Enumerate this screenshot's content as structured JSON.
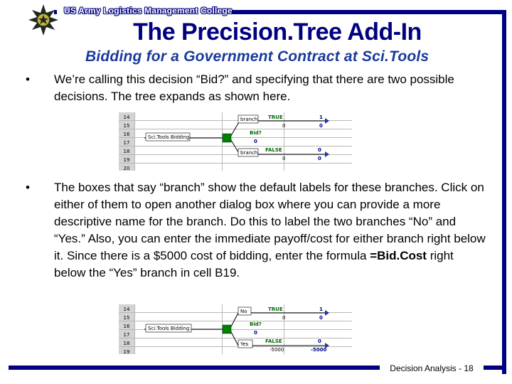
{
  "header": {
    "college": "US Army Logistics Management College",
    "title": "The Precision.Tree Add-In",
    "subtitle": "Bidding for a Government Contract at Sci.Tools"
  },
  "bullets": [
    {
      "marker": "•",
      "text": "We’re calling this decision “Bid?” and specifying that there are two possible decisions. The tree expands as shown here."
    },
    {
      "marker": "•",
      "text_before": "The boxes that say “branch” show the default labels for these branches. Click on either of them to open another dialog box where you can provide a more descriptive name for the branch. Do this to label the two branches “No” and “Yes.” Also, you can enter the immediate payoff/cost for either branch right below it. Since there is a $5000 cost of bidding, enter the formula ",
      "text_bold": "=Bid.Cost",
      "text_after": " right below the “Yes” branch in cell B19."
    }
  ],
  "tree1": {
    "rows": [
      "14",
      "15",
      "16",
      "17",
      "18",
      "19",
      "20"
    ],
    "root_label": "Sci.Tools Bidding",
    "decision_label": "Bid?",
    "decision_value": "0",
    "branch_top": {
      "label": "branch",
      "flag": "TRUE",
      "value_left": "0",
      "prob": "1",
      "value_right": "0"
    },
    "branch_bottom": {
      "label": "branch",
      "flag": "FALSE",
      "value_left": "0",
      "prob": "0",
      "value_right": "0"
    }
  },
  "tree2": {
    "rows": [
      "14",
      "15",
      "16",
      "17",
      "18",
      "19"
    ],
    "root_label": "Sci.Tools Bidding",
    "decision_label": "Bid?",
    "decision_value": "0",
    "branch_top": {
      "label": "No",
      "flag": "TRUE",
      "value_left": "0",
      "prob": "1",
      "value_right": "0"
    },
    "branch_bottom": {
      "label": "Yes",
      "flag": "FALSE",
      "value_left": "-5000",
      "prob": "0",
      "value_right": "-5000"
    }
  },
  "footer": {
    "label": "Decision Analysis - 18"
  },
  "colors": {
    "navy": "#000080",
    "green_node": "#008000",
    "flag_green": "#006600",
    "value_blue": "#00008b"
  }
}
